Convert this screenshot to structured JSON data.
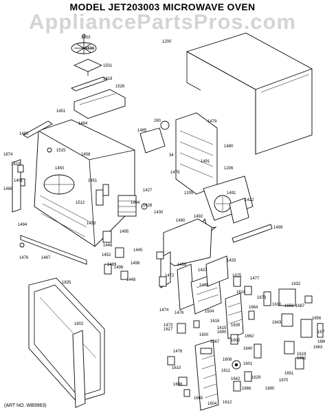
{
  "title": "MODEL JET203003  MICROWAVE OVEN",
  "watermark": "AppliancePartsPros.com",
  "art_no": "(ART NO. WB9963)",
  "labels": [
    "1503",
    "1536",
    "1501",
    "1419",
    "1526",
    "1451",
    "1484",
    "1200",
    "1490",
    "1515",
    "1458",
    "1874",
    "1823",
    "1401",
    "1488",
    "1450",
    "1451",
    "1512",
    "1404",
    "1427",
    "1428",
    "1494",
    "1453",
    "1430",
    "1485",
    "280",
    "34",
    "1479",
    "1480",
    "1478",
    "1491",
    "1206",
    "1205",
    "1491",
    "1422",
    "1492",
    "1499",
    "1490",
    "1448",
    "1495",
    "1445",
    "1452",
    "1476",
    "1487",
    "1489",
    "1498",
    "1496",
    "1448",
    "1438",
    "1437",
    "1433",
    "1472",
    "1402",
    "1675",
    "1477",
    "1835",
    "1474",
    "1473",
    "1476",
    "1504",
    "1624",
    "1673",
    "1610",
    "1687",
    "1627",
    "1664",
    "1639",
    "1656",
    "1802",
    "1616",
    "1671",
    "1658",
    "1600",
    "1615",
    "1662",
    "1663",
    "1680",
    "1690",
    "1602",
    "1640",
    "1619",
    "1667",
    "1476",
    "1609",
    "1601",
    "1611",
    "1642",
    "1610",
    "1608",
    "1629",
    "1666",
    "1665",
    "1604",
    "1612",
    "1690",
    "1670",
    "1651",
    "1643",
    "1632",
    "1662"
  ],
  "colors": {
    "line": "#000000",
    "watermark": "#a0a0a0",
    "background": "#ffffff"
  }
}
